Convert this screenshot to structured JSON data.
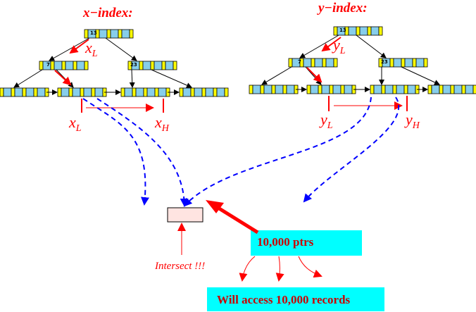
{
  "x_index": {
    "title": "x−index:",
    "root_key": "13",
    "left_key": "7",
    "right_key": "23",
    "pointer_label": "x",
    "pointer_sub": "L",
    "low_label": "x",
    "low_sub": "L",
    "high_label": "x",
    "high_sub": "H"
  },
  "y_index": {
    "title": "y−index:",
    "root_key": "13",
    "left_key": "7",
    "right_key": "23",
    "pointer_label": "y",
    "pointer_sub": "L",
    "low_label": "y",
    "low_sub": "L",
    "high_label": "y",
    "high_sub": "H"
  },
  "intersect_label": "Intersect !!!",
  "ptrs_box": "10,000 ptrs",
  "records_box": "Will access 10,000 records",
  "colors": {
    "node_cell": "#87ceeb",
    "node_divider": "#ffff00",
    "annotation": "#ff0000",
    "dashed_arrow": "#0000ff",
    "label_box": "#00ffff",
    "result_box": "#ffe4e1"
  }
}
